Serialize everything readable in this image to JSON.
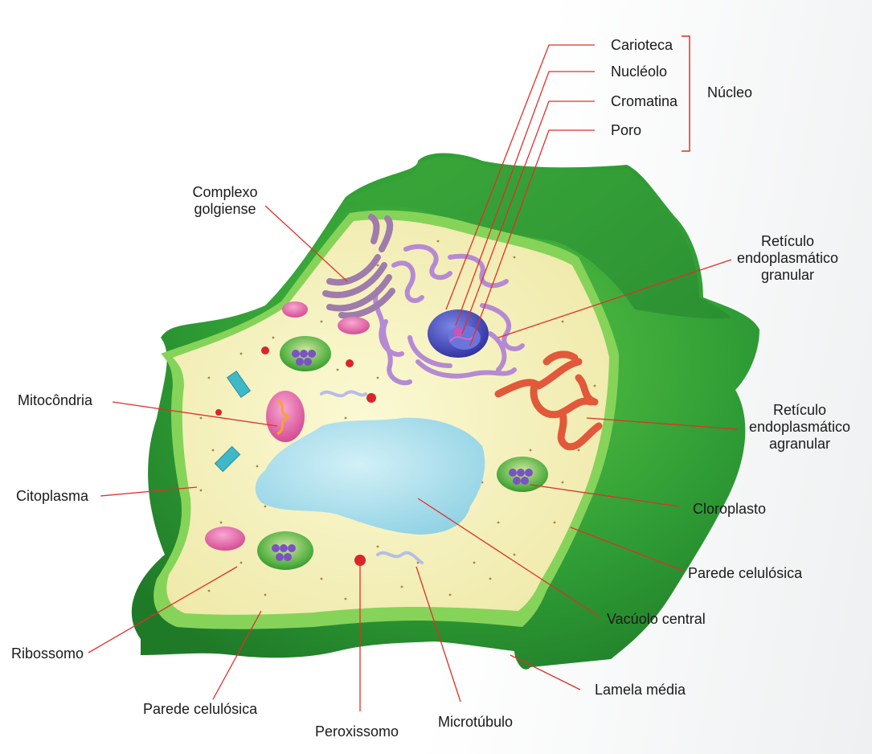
{
  "labels": {
    "carioteca": "Carioteca",
    "nucleolo": "Nucléolo",
    "cromatina": "Cromatina",
    "poro": "Poro",
    "nucleo": "Núcleo",
    "complexo_line1": "Complexo",
    "complexo_line2": "golgiense",
    "reg_line1": "Retículo",
    "reg_line2": "endoplasmático",
    "reg_line3": "granular",
    "mitocondria": "Mitocôndria",
    "rea_line1": "Retículo",
    "rea_line2": "endoplasmático",
    "rea_line3": "agranular",
    "citoplasma": "Citoplasma",
    "cloroplasto": "Cloroplasto",
    "parede_direita": "Parede celulósica",
    "vacuolo": "Vacúolo central",
    "ribossomo": "Ribossomo",
    "lamela": "Lamela média",
    "parede_inferior": "Parede celulósica",
    "peroxissomo": "Peroxissomo",
    "microtubulo": "Microtúbulo"
  },
  "colors": {
    "leader_line": "#e0302a",
    "cell_wall": "#2e9a34",
    "cell_wall_light": "#6fcf4a",
    "cytoplasm": "#f6f3c0",
    "vacuole": "#a9e0ee",
    "nucleus": "#4a4fc6",
    "golgi": "#a784b1",
    "rer": "#b68ad1",
    "ser": "#e3583a",
    "chloroplast": "#3f9a3a",
    "mitochondria": "#d65aa8",
    "vesicle": "#e66aa8",
    "peroxisome": "#d8262a",
    "microtubule_cyl": "#3fb8c8"
  }
}
